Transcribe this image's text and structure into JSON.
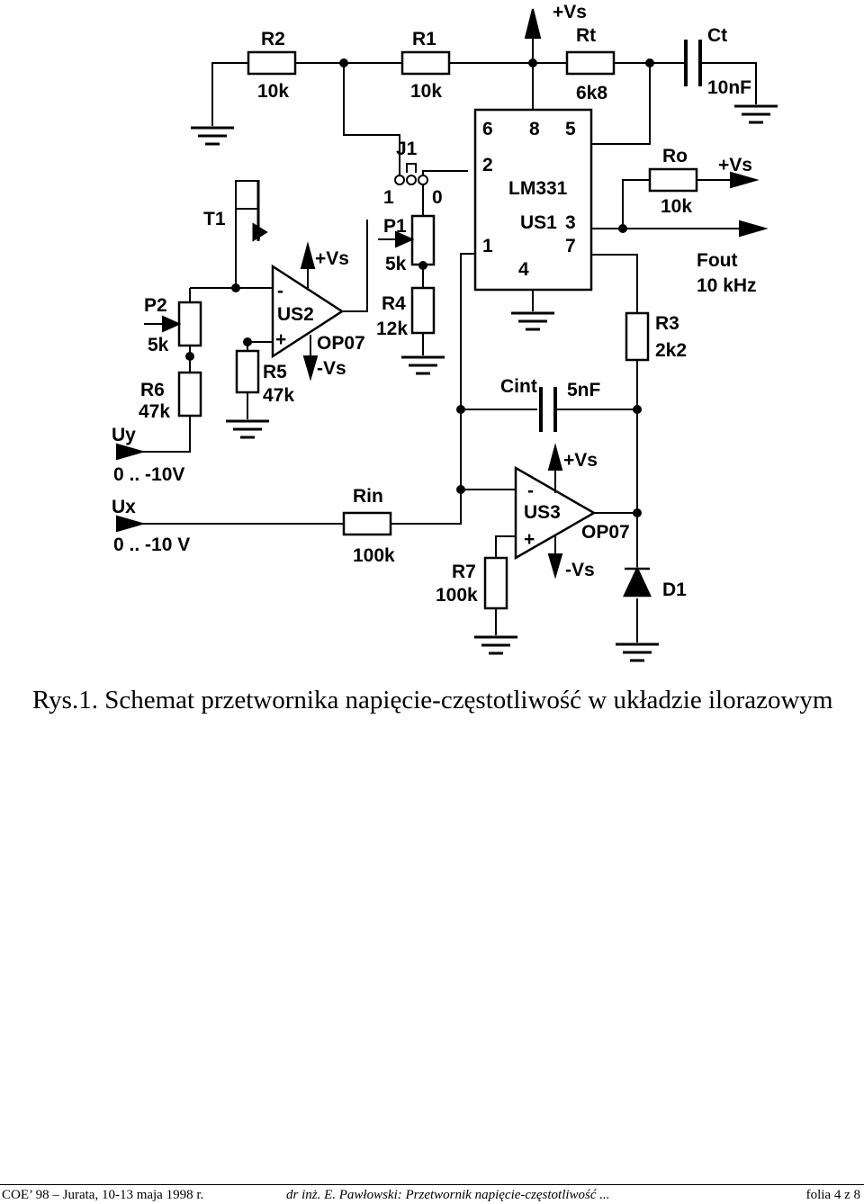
{
  "labels": {
    "vs_top": "+Vs",
    "rt": "Rt",
    "rt_val": "6k8",
    "ct": "Ct",
    "ct_val": "10nF",
    "r2": "R2",
    "r2_val": "10k",
    "r1": "R1",
    "r1_val": "10k",
    "pin6": "6",
    "pin8": "8",
    "pin5": "5",
    "pin2": "2",
    "pin1": "1",
    "pin3": "3",
    "pin7": "7",
    "pin4": "4",
    "ic_name": "LM331",
    "ic_ref": "US1",
    "j1": "J1",
    "j1_pos1": "1",
    "j1_pos0": "0",
    "t1": "T1",
    "us2": "US2",
    "us2_minus": "-",
    "us2_plus": "+",
    "us2_vs_plus": "+Vs",
    "us2_vs_minus": "-Vs",
    "op07_a": "OP07",
    "p1": "P1",
    "p1_val": "5k",
    "r4": "R4",
    "r4_val": "12k",
    "p2": "P2",
    "p2_val": "5k",
    "r6": "R6",
    "r6_val": "47k",
    "r5": "R5",
    "r5_val": "47k",
    "uy": "Uy",
    "uy_range": "0 .. -10V",
    "ux": "Ux",
    "ux_range": "0 .. -10 V",
    "rin": "Rin",
    "rin_val": "100k",
    "cint": "Cint",
    "cint_val": "5nF",
    "us3": "US3",
    "us3_minus": "-",
    "us3_plus": "+",
    "us3_vs_plus": "+Vs",
    "us3_vs_minus": "-Vs",
    "op07_b": "OP07",
    "r7": "R7",
    "r7_val": "100k",
    "ro": "Ro",
    "ro_val": "10k",
    "ro_vs": "+Vs",
    "fout": "Fout",
    "fout_freq": "10 kHz",
    "r3": "R3",
    "r3_val": "2k2",
    "d1": "D1"
  },
  "caption": "Rys.1. Schemat przetwornika napięcie-częstotliwość w układzie ilorazowym",
  "footer": {
    "left": "COE’ 98 – Jurata, 10-13 maja 1998 r.",
    "middle": "dr inż. E. Pawłowski: Przetwornik napięcie-częstotliwość ...",
    "right": "folia 4 z 8"
  }
}
